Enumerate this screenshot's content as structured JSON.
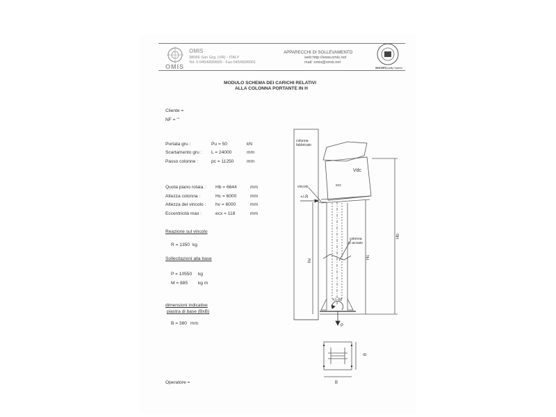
{
  "header": {
    "company_name": "OMIS",
    "address": "38066 San Grg. (VR) - ITALY",
    "phone": "Tel. 0 045/6699500 - Fax 045/6696001",
    "business": "APPARECCHI DI SOLLEVAMENTO",
    "web": "web:http://www.omis.net",
    "mail": "mail: omis@omis.net",
    "cert_label": "Quality System",
    "cert_mark": "SINCERT"
  },
  "title": {
    "line1": "MODULO SCHEMA DEI CARICHI RELATIVI",
    "line2": "ALLA COLONNA PORTANTE IN H"
  },
  "fields": {
    "cliente": "Cliente =",
    "nf": "NF = '''"
  },
  "crane_params": [
    {
      "label": "Portata gru :",
      "value": "Pu = 50",
      "unit": "kN"
    },
    {
      "label": "Scartamento gru :",
      "value": "L = 24000",
      "unit": "mm"
    },
    {
      "label": "Passo colonne :",
      "value": "pc = 11250",
      "unit": "mm"
    }
  ],
  "column_params": [
    {
      "label": "Quota piano rotaia :",
      "value": "Hb = 6644",
      "unit": "mm"
    },
    {
      "label": "Altezza colonna :",
      "value": "Hc = 6000",
      "unit": "mm"
    },
    {
      "label": "Altezza del vincolo :",
      "value": "hv = 6000",
      "unit": "mm"
    },
    {
      "label": "Eccentricità max :",
      "value": "ecx = 118",
      "unit": "mm"
    }
  ],
  "reaction": {
    "heading": "Reazione sul vincolo",
    "value": "R = 1350",
    "unit": "kg"
  },
  "stresses": {
    "heading": "Sollecitazioni alla base",
    "items": [
      {
        "value": "P = 10550",
        "unit": "kg"
      },
      {
        "value": "M = 885",
        "unit": "kg m"
      }
    ]
  },
  "base_plate": {
    "heading1": "dimensioni indicative",
    "heading2": "piastra di base (BxB)",
    "value": "B = 380",
    "unit": "mm"
  },
  "operator": "Operatore =",
  "diagram": {
    "colonna_fabbricato_1": "colonna",
    "colonna_fabbricato_2": "fabbricato",
    "vdc": "Vdc",
    "vincolo": "vincolo",
    "ecx": "ecx",
    "r_force": "+/-R",
    "colonna_acciaio_1": "colonna",
    "colonna_acciaio_2": "in acciaio",
    "hb": "Hb",
    "hv": "hv",
    "hc": "Hc",
    "moment": "+/- M",
    "p_force": "P",
    "b_side": "B",
    "b_bottom": "B"
  }
}
